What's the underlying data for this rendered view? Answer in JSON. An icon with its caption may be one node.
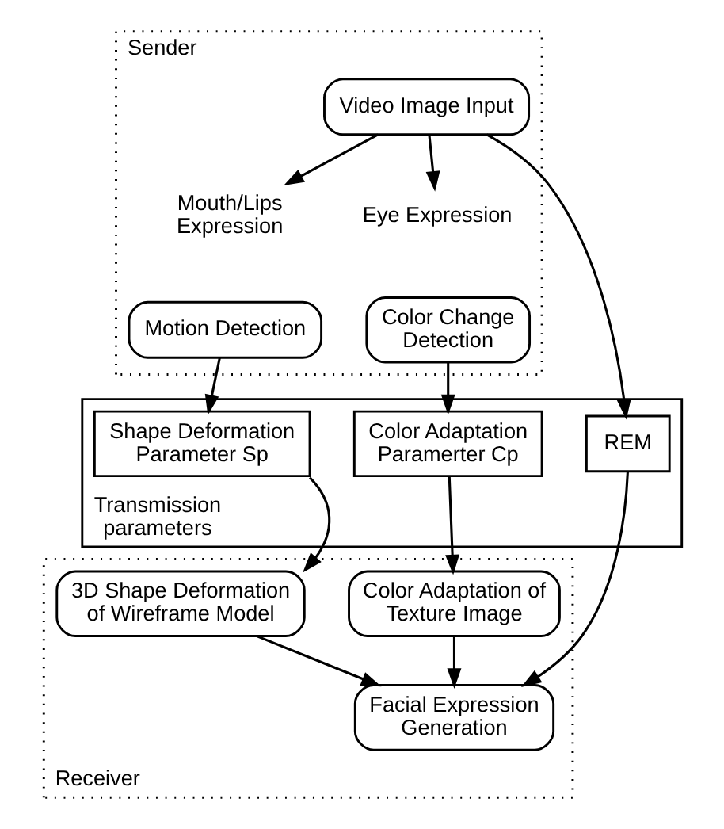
{
  "diagram": {
    "nodes": [
      {
        "text": [
          "Sender"
        ]
      },
      {
        "text": [
          "Video Image Input"
        ],
        "in": 0
      },
      {
        "text": [
          "Mouth/Lips Expression"
        ],
        "in": 0
      },
      {
        "text": [
          "Eye Expression"
        ],
        "in": 0
      },
      {
        "text": [
          "Motion Detection"
        ],
        "in": 0
      },
      {
        "text": [
          "Color Change Detection"
        ],
        "in": 0
      },
      {
        "text": [
          "Transmission parameters"
        ]
      },
      {
        "text": [
          "Shape Deformation Parameter Sp"
        ],
        "in": 6
      },
      {
        "text": [
          "Color Adaptation Paramerter Cp"
        ],
        "in": 6
      },
      {
        "text": [
          "REM"
        ],
        "in": 6
      },
      {
        "text": [
          "Receiver"
        ]
      },
      {
        "text": [
          "3D Shape Deformation of Wireframe Model"
        ],
        "in": 10
      },
      {
        "text": [
          "Color Adaptation of Texture Image"
        ],
        "in": 10
      },
      {
        "text": [
          "Facial Expression Generation"
        ],
        "in": 10
      }
    ],
    "edges": [
      {
        "from": 1,
        "to": 2,
        "arrow": "to"
      },
      {
        "from": 1,
        "to": 3,
        "arrow": "to"
      },
      {
        "from": 1,
        "to": 9,
        "arrow": "to"
      },
      {
        "from": 4,
        "to": 7,
        "arrow": "to"
      },
      {
        "from": 5,
        "to": 8,
        "arrow": "to"
      },
      {
        "from": 7,
        "to": 11,
        "arrow": "to"
      },
      {
        "from": 8,
        "to": 12,
        "arrow": "to"
      },
      {
        "from": 9,
        "to": 13,
        "arrow": "to"
      },
      {
        "from": 11,
        "to": 13,
        "arrow": "to"
      },
      {
        "from": 12,
        "to": 13,
        "arrow": "to"
      }
    ]
  }
}
